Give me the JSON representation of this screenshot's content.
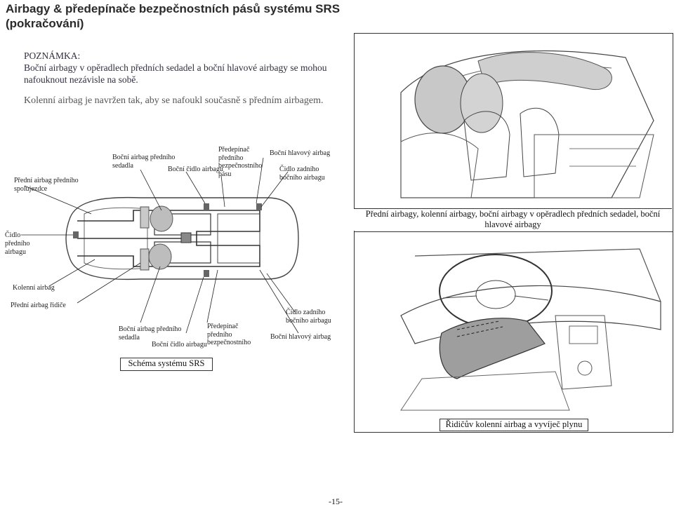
{
  "title": "Airbagy & předepínače bezpečnostních pásů systému SRS\n(pokračování)",
  "note": {
    "heading": "POZNÁMKA:",
    "line1": "Boční airbagy v opěradlech předních sedadel a boční hlavové airbagy se mohou nafouknout nezávisle na sobě.",
    "knee": "Kolenní airbag je navržen tak, aby se nafoukl současně s předním airbagem."
  },
  "schema": {
    "caption": "Schéma systému SRS",
    "labels": {
      "front_passenger_airbag": "Přední airbag předního\nspolujezdce",
      "seat_side_airbag_top": "Boční airbag předního\nsedadla",
      "side_sensor_top": "Boční čidlo airbagu",
      "pretensioner_top": "Předepínač\npředního\nbezpečnostního\npásu",
      "curtain_airbag_top": "Boční hlavový airbag",
      "rear_side_sensor_top": "Čidlo zadního\nbočního airbagu",
      "front_sensor": "Čidlo\npředního\nairbagu",
      "knee_airbag": "Kolenní airbag",
      "driver_airbag": "Přední airbag řidiče",
      "seat_side_airbag_bottom": "Boční airbag předního\nsedadla",
      "side_sensor_bottom": "Boční čidlo airbagu",
      "pretensioner_bottom": "Předepínač\npředního\nbezpečnostního",
      "rear_side_sensor_bottom": "Čidlo zadního\nbočního airbagu",
      "curtain_airbag_bottom": "Boční hlavový airbag"
    }
  },
  "figure_top_caption": "Přední airbagy, kolenní airbagy, boční airbagy v opěradlech předních sedadel, boční hlavové airbagy",
  "figure_bottom_caption": "Řidičův kolenní airbag a vyvíječ plynu",
  "page_number": "-15-"
}
